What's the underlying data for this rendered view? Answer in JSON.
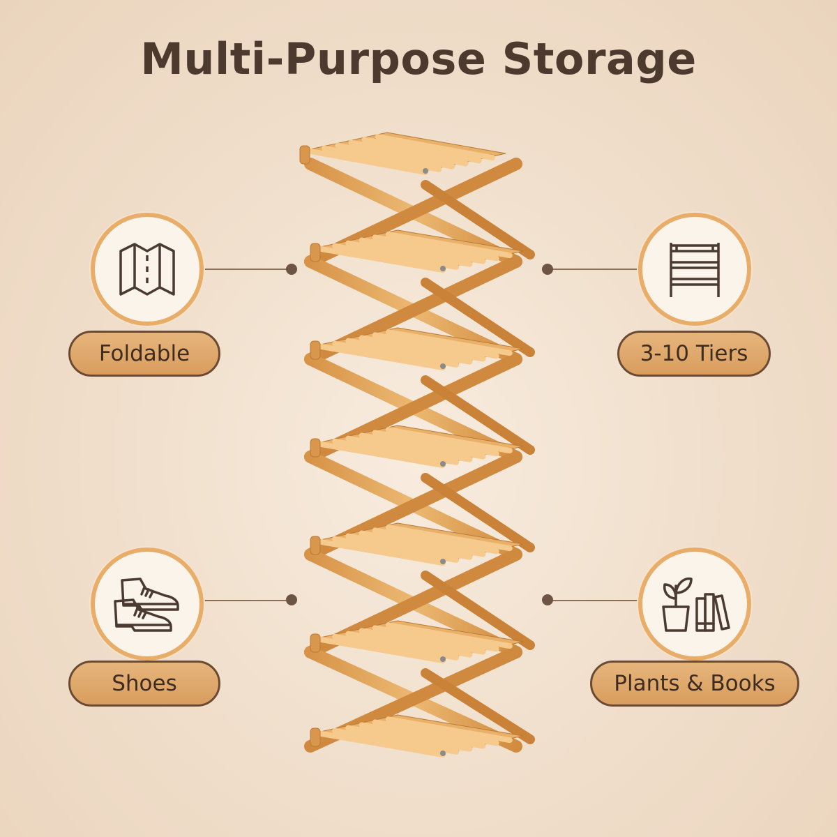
{
  "title": "Multi-Purpose Storage",
  "features": {
    "foldable": {
      "label": "Foldable",
      "icon": "folding-map-icon"
    },
    "tiers": {
      "label": "3-10 Tiers",
      "icon": "shelf-icon"
    },
    "shoes": {
      "label": "Shoes",
      "icon": "shoes-icon"
    },
    "plants_books": {
      "label": "Plants & Books",
      "icon": "plant-books-icon"
    }
  },
  "colors": {
    "title": "#4d3a2e",
    "ring": "#e9ad6a",
    "pill": "#dca264",
    "pill_border": "#6b4a33",
    "wood": "#e4aa62"
  }
}
